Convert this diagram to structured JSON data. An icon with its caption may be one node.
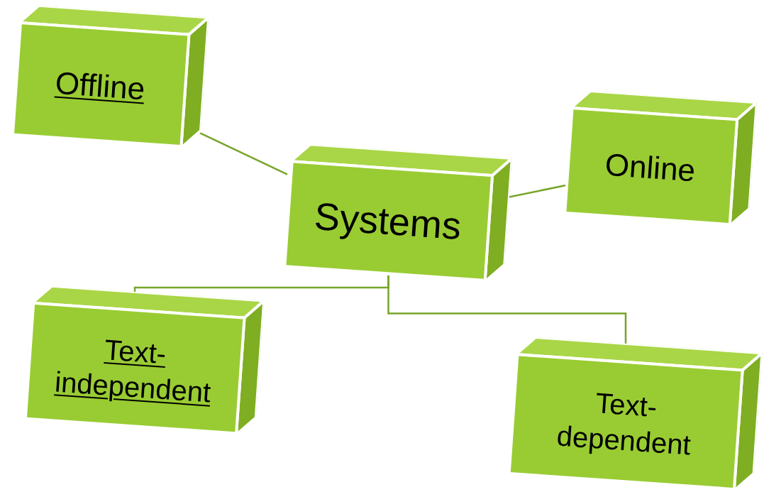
{
  "diagram": {
    "nodes": [
      {
        "text": [
          "Offline"
        ]
      },
      {
        "text": [
          "Systems"
        ]
      },
      {
        "text": [
          "Online"
        ]
      },
      {
        "text": [
          "Text-independent"
        ]
      },
      {
        "text": [
          "Text-dependent"
        ]
      }
    ],
    "edges": [
      {
        "from": 1,
        "to": 0,
        "arrow": "none"
      },
      {
        "from": 1,
        "to": 2,
        "arrow": "none"
      },
      {
        "from": 1,
        "to": 3,
        "arrow": "none"
      },
      {
        "from": 1,
        "to": 4,
        "arrow": "none"
      }
    ]
  }
}
